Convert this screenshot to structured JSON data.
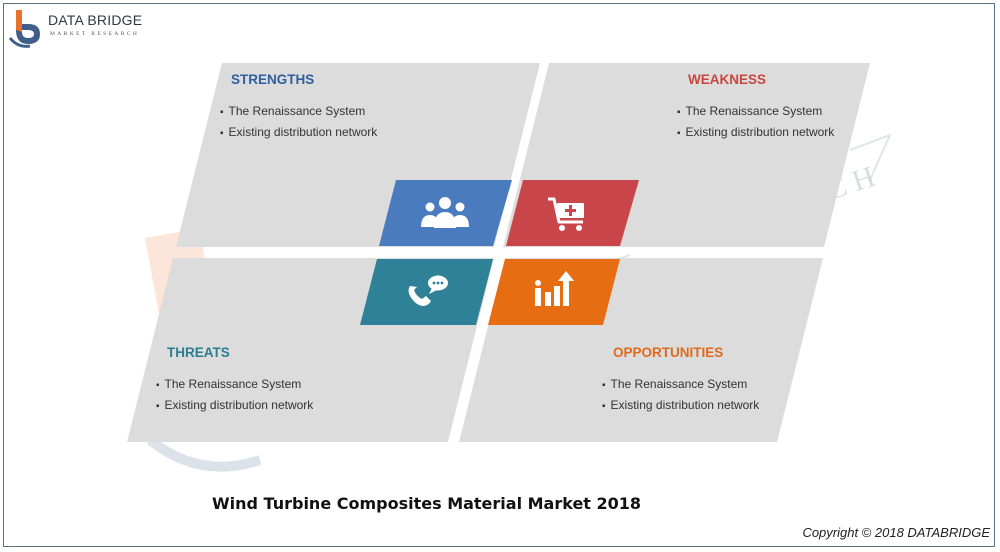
{
  "brand": {
    "name": "DATA BRIDGE",
    "tagline": "MARKET RESEARCH"
  },
  "swot": {
    "strengths": {
      "title": "STRENGTHS",
      "items": [
        "The Renaissance System",
        "Existing distribution network"
      ]
    },
    "weakness": {
      "title": "WEAKNESS",
      "items": [
        "The Renaissance System",
        "Existing distribution network"
      ]
    },
    "threats": {
      "title": "THREATS",
      "items": [
        "The Renaissance System",
        "Existing distribution network"
      ]
    },
    "opportunities": {
      "title": "OPPORTUNITIES",
      "items": [
        "The Renaissance System",
        "Existing distribution network"
      ]
    }
  },
  "icons": {
    "strengths": "people-group-icon",
    "weakness": "cart-icon",
    "threats": "phone-chat-icon",
    "opportunities": "growth-chart-icon"
  },
  "colors": {
    "strengths": "#2e5f9e",
    "weakness": "#c8463f",
    "threats": "#2b7d92",
    "opportunities": "#e06a1b",
    "tile_blue": "#4a7bbf",
    "tile_red": "#c8464a",
    "tile_teal": "#2e8196",
    "tile_orange": "#e76d12",
    "panel": "#dcdcdc"
  },
  "footer": {
    "title": "Wind Turbine Composites Material Market 2018",
    "copyright": "Copyright © 2018 DATABRIDGE"
  }
}
